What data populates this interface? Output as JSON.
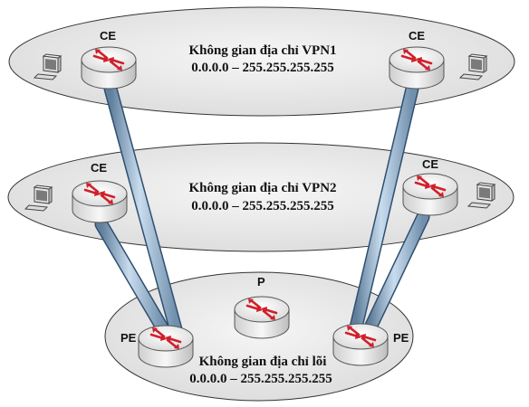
{
  "vpn1": {
    "title": "Không gian địa chỉ VPN1",
    "range": "0.0.0.0 – 255.255.255.255",
    "left_router_label": "CE",
    "right_router_label": "CE"
  },
  "vpn2": {
    "title": "Không gian địa chỉ VPN2",
    "range": "0.0.0.0 – 255.255.255.255",
    "left_router_label": "CE",
    "right_router_label": "CE"
  },
  "core": {
    "title": "Không gian địa chỉ lõi",
    "range": "0.0.0.0 – 255.255.255.255",
    "left_router_label": "PE",
    "center_router_label": "P",
    "right_router_label": "PE"
  },
  "colors": {
    "ellipse_fill": "#e6e6e6",
    "tube": "#a9c7e0",
    "arrow": "#d0202a"
  },
  "icons": [
    "router-icon",
    "computer-icon"
  ]
}
